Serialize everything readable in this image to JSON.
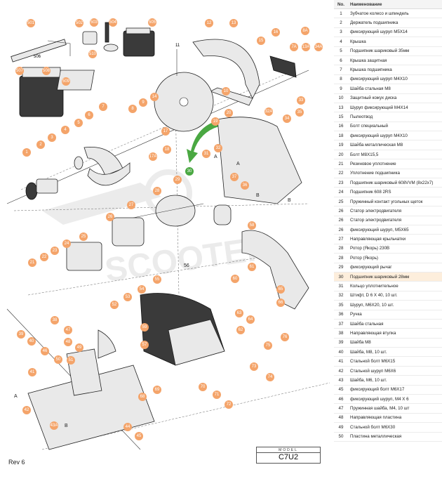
{
  "table": {
    "col_no": "No.",
    "col_name": "Наименование",
    "highlight_no": "30",
    "rows": [
      {
        "no": "1",
        "name": "Зубчатое колесо и шпиндель"
      },
      {
        "no": "2",
        "name": "Держатель подшипника"
      },
      {
        "no": "3",
        "name": "фиксирующий шуруп M5X14"
      },
      {
        "no": "4",
        "name": "Крышка"
      },
      {
        "no": "5",
        "name": "Подшипник шариковый 35мм"
      },
      {
        "no": "6",
        "name": "Крышка защитная"
      },
      {
        "no": "7",
        "name": "Крышка подшипника"
      },
      {
        "no": "8",
        "name": "фиксирующий шуруп M4X10"
      },
      {
        "no": "9",
        "name": "Шайба стальная M8"
      },
      {
        "no": "10",
        "name": "Защитный кожух диска"
      },
      {
        "no": "13",
        "name": "Шуруп фиксирующий M4X14"
      },
      {
        "no": "15",
        "name": "Пылеотвод"
      },
      {
        "no": "16",
        "name": "Болт специальный"
      },
      {
        "no": "18",
        "name": "фиксирующий шуруп M4X10"
      },
      {
        "no": "19",
        "name": "Шайба металлическая M8"
      },
      {
        "no": "20",
        "name": "Болт M8X15,5"
      },
      {
        "no": "21",
        "name": "Резиновое уплотнение"
      },
      {
        "no": "22",
        "name": "Уплотнение подшипника"
      },
      {
        "no": "23",
        "name": "Подшипник шариковый 608VVM (8x22x7)"
      },
      {
        "no": "24",
        "name": "Подшипник 608 2RS"
      },
      {
        "no": "25",
        "name": "Пружинный контакт угольных щеток"
      },
      {
        "no": "26",
        "name": "Статор электродвигателя"
      },
      {
        "no": "26",
        "name": "Статор электродвигателя"
      },
      {
        "no": "26",
        "name": "фиксирующий шуруп, M5X65"
      },
      {
        "no": "27",
        "name": "Направляющая крыльчатки"
      },
      {
        "no": "28",
        "name": "Ротор (Якорь) 230В"
      },
      {
        "no": "28",
        "name": "Ротор (Якорь)"
      },
      {
        "no": "29",
        "name": "фиксирующий рычаг"
      },
      {
        "no": "30",
        "name": "Подшипник шариковый 28мм"
      },
      {
        "no": "31",
        "name": "Кольцо уплотнительное"
      },
      {
        "no": "32",
        "name": "Штифт, D 6 X 40, 10 шт."
      },
      {
        "no": "35",
        "name": "Шуруп, M6X20, 10 шт."
      },
      {
        "no": "36",
        "name": "Ручка"
      },
      {
        "no": "37",
        "name": "Шайба стальная"
      },
      {
        "no": "38",
        "name": "Направляющая втулка"
      },
      {
        "no": "39",
        "name": "Шайба M8"
      },
      {
        "no": "40",
        "name": "Шайба, M8, 10 шт."
      },
      {
        "no": "41",
        "name": "Стальной болт M6X15"
      },
      {
        "no": "42",
        "name": "Стальной шуруп M6X6"
      },
      {
        "no": "43",
        "name": "Шайба, M6, 10 шт."
      },
      {
        "no": "45",
        "name": "фиксирующий болт M6X17"
      },
      {
        "no": "46",
        "name": "фиксирующий шуруп, M4 X 6"
      },
      {
        "no": "47",
        "name": "Пружинная шайба, M4, 10 шт"
      },
      {
        "no": "48",
        "name": "Направляющая пластина"
      },
      {
        "no": "49",
        "name": "Стальной болт M6X30"
      },
      {
        "no": "50",
        "name": "Пластина металлическая"
      }
    ]
  },
  "diagram": {
    "rev": "Rev 6",
    "model_label": "MODEL",
    "model_name": "C7U2",
    "highlight_callout": "30",
    "blade_label": "11",
    "set_label": "506",
    "callout_56": "56",
    "letter_a1": "A",
    "letter_b1": "B",
    "letter_a2": "A",
    "letter_b2": "B",
    "letter_a3": "A",
    "letter_b3": "B",
    "callouts": {
      "c501": "501",
      "c502": "502",
      "c503": "503",
      "c504": "504",
      "c505": "505",
      "c510": "510",
      "c507": "507",
      "c508": "508",
      "c509": "509",
      "c12": "12",
      "c13": "13",
      "c16": "16",
      "c15": "15",
      "c7a": "7A",
      "c8a": "8A",
      "c13a": "13A",
      "c34a": "34A",
      "c14": "14",
      "c10": "10",
      "c20": "20",
      "c32a": "32A",
      "c34": "34",
      "c33": "33",
      "c35": "35",
      "c19": "19",
      "c18": "18",
      "c17": "17",
      "c9": "9",
      "c8": "8",
      "c7": "7",
      "c6": "6",
      "c5": "5",
      "c4": "4",
      "c3": "3",
      "c2": "2",
      "c1": "1",
      "c17a": "17A",
      "c30": "30",
      "c31": "31",
      "c32": "32",
      "c29": "29",
      "c36": "36",
      "c37": "37",
      "c28": "28",
      "c27": "27",
      "c26": "26",
      "c25": "25",
      "c24": "24",
      "c23": "23",
      "c22": "22",
      "c21": "21",
      "c58": "58",
      "c61": "61",
      "c60": "60",
      "c65": "65",
      "c66": "66",
      "c63": "63",
      "c64": "64",
      "c62": "62",
      "c75": "75",
      "c76": "76",
      "c73": "73",
      "c74": "74",
      "c55": "55",
      "c54": "54",
      "c53": "53",
      "c52": "52",
      "c59": "59",
      "c57": "57",
      "c69": "69",
      "c68": "68",
      "c70": "70",
      "c71": "71",
      "c72": "72",
      "c39": "39",
      "c38": "38",
      "c47": "47",
      "c48": "48",
      "c40": "40",
      "c46": "46",
      "c49": "49",
      "c50": "50",
      "c51": "51",
      "c41": "41",
      "c42": "42",
      "c43a": "43A",
      "c44": "44",
      "c45": "45"
    }
  }
}
